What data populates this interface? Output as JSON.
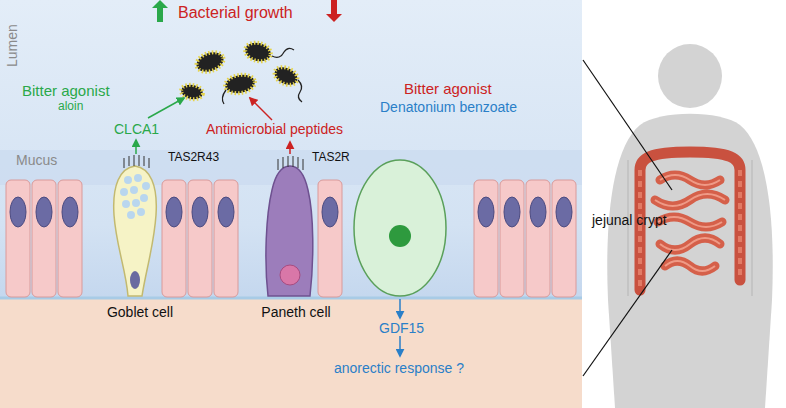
{
  "diagram": {
    "nodes": [
      {
        "text": [
          "Goblet cell"
        ]
      },
      {
        "text": [
          "Paneth cell"
        ]
      }
    ],
    "labels": [
      "Lumen",
      "Bacterial growth",
      "Bitter agonist",
      "aloin",
      "CLCA1",
      "Antimicrobial peptides",
      "Bitter agonist",
      "Denatonium benzoate",
      "Mucus",
      "TAS2R43",
      "TAS2R",
      "GDF15",
      "anorectic response ?",
      "jejunal crypt"
    ]
  }
}
